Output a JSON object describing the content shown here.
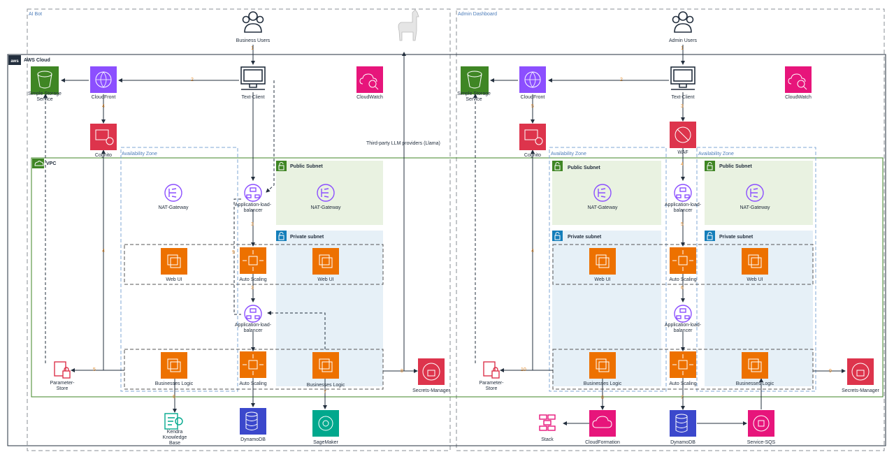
{
  "colors": {
    "storage": "#3f8624",
    "network": "#8c4fff",
    "security": "#dd344c",
    "compute": "#ed7100",
    "management": "#e7157b",
    "database": "#3b48cc",
    "ml": "#01a88d",
    "analytics": "#8c4fff",
    "public_subnet": "#e9f2e1",
    "private_subnet": "#e6f0f7",
    "step_numbers": "#e0892a",
    "zone_border": "#7fa7d6"
  },
  "groups": {
    "ai_bot": "AI Bot",
    "admin_dashboard": "Admin Dashboard",
    "aws_cloud": "AWS Cloud",
    "vpc": "VPC",
    "availability_zone": "Availability Zone",
    "public_subnet": "Public Subnet",
    "private_subnet": "Private subnet"
  },
  "left": {
    "business_users": "Business Users",
    "s3": "Simple Storage Service",
    "cloudfront": "CloudFront",
    "text_client": "Text-Client",
    "cloudwatch": "CloudWatch",
    "cognito": "Cognito",
    "llm_providers": "Third-party LLM providers (Llama)",
    "nat_gateway_1": "NAT-Gateway",
    "nat_gateway_2": "NAT-Gateway",
    "alb_1": "Application-load-balancer",
    "alb_2": "Application-load-balancer",
    "web_ui_1": "Web UI",
    "web_ui_2": "Web UI",
    "auto_scaling_1": "Auto Scaling",
    "auto_scaling_2": "Auto Scaling",
    "biz_logic_1": "Businesses Logic",
    "biz_logic_2": "Businesses Logic",
    "parameter_store": "Parameter-Store",
    "secrets_manager": "Secrets-Manager",
    "kendra": "Kendra Knowledge Base",
    "dynamodb": "DynamoDB",
    "sagemaker": "SageMaker"
  },
  "right": {
    "admin_users": "Admin Users",
    "s3": "Simple Storage Service",
    "cloudfront": "CloudFront",
    "text_client": "Text-Client",
    "cloudwatch": "CloudWatch",
    "cognito": "Cognito",
    "waf": "WAF",
    "nat_gateway_1": "NAT-Gateway",
    "nat_gateway_2": "NAT-Gateway",
    "alb_1": "Application-load-balancer",
    "alb_2": "Application-load-balancer",
    "web_ui_1": "Web UI",
    "web_ui_2": "Web UI",
    "auto_scaling_1": "Auto Scaling",
    "auto_scaling_2": "Auto Scaling",
    "biz_logic_1": "Businesses Logic",
    "biz_logic_2": "Businesses Logic",
    "parameter_store": "Parameter-Store",
    "secrets_manager": "Secrets-Manager",
    "stack": "Stack",
    "cloudformation": "CloudFormation",
    "dynamodb": "DynamoDB",
    "sqs": "Service-SQS"
  },
  "steps_left": [
    "1",
    "2",
    "4",
    "3",
    "4",
    "9",
    "3",
    "5",
    "6",
    "7",
    "8"
  ],
  "steps_right": [
    "1",
    "2",
    "5",
    "3",
    "4",
    "4",
    "5",
    "6",
    "10",
    "8",
    "7",
    "9"
  ],
  "logos": {
    "aws": "aws"
  }
}
